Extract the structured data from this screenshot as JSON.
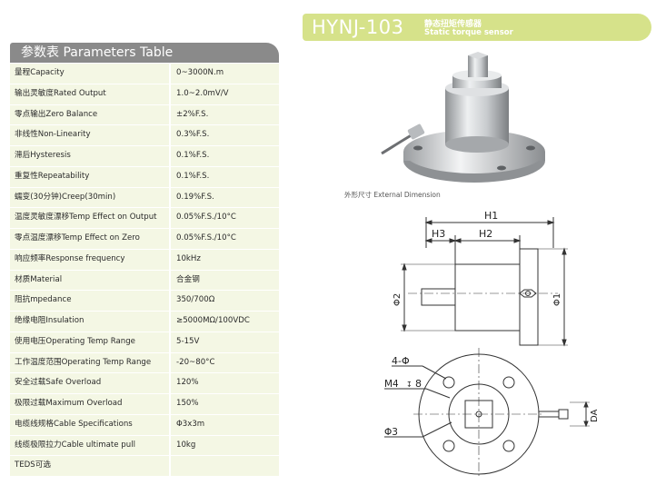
{
  "header": {
    "model": "HYNJ-103",
    "name_cn": "静态扭矩传感器",
    "name_en": "Static torque sensor"
  },
  "table": {
    "title": "参数表  Parameters Table",
    "rows": [
      {
        "label": "量程Capacity",
        "value": "0~3000N.m"
      },
      {
        "label": "输出灵敏度Rated Output",
        "value": "1.0~2.0mV/V"
      },
      {
        "label": "零点输出Zero Balance",
        "value": "±2%F.S."
      },
      {
        "label": "非线性Non-Linearity",
        "value": "0.3%F.S."
      },
      {
        "label": "滞后Hysteresis",
        "value": "0.1%F.S."
      },
      {
        "label": "重复性Repeatability",
        "value": "0.1%F.S."
      },
      {
        "label": "蠕变(30分钟)Creep(30min)",
        "value": "0.19%F.S."
      },
      {
        "label": "温度灵敏度漂移Temp Effect on Output",
        "value": "0.05%F.S./10°C"
      },
      {
        "label": "零点温度漂移Temp Effect on Zero",
        "value": "0.05%F.S./10°C"
      },
      {
        "label": "响应频率Response frequency",
        "value": "10kHz"
      },
      {
        "label": "材质Material",
        "value": "合金钢"
      },
      {
        "label": "阻抗mpedance",
        "value": "350/700Ω"
      },
      {
        "label": "绝缘电阻Insulation",
        "value": "≥5000MΩ/100VDC"
      },
      {
        "label": "使用电压Operating Temp Range",
        "value": "5-15V"
      },
      {
        "label": "工作温度范围Operating Temp Range",
        "value": "-20~80°C"
      },
      {
        "label": "安全过载Safe Overload",
        "value": "120%"
      },
      {
        "label": "极限过载Maximum Overload",
        "value": "150%"
      },
      {
        "label": "电缆线规格Cable Specifications",
        "value": "Φ3x3m"
      },
      {
        "label": "线缆极限拉力Cable ultimate pull",
        "value": "10kg"
      },
      {
        "label": "TEDS可选",
        "value": ""
      }
    ]
  },
  "drawing": {
    "caption": "外形尺寸 External Dimension",
    "dims": {
      "h1": "H1",
      "h2": "H2",
      "h3": "H3",
      "phi1": "Φ1",
      "phi2": "Φ2",
      "phi3": "Φ3",
      "holes": "4-Φ",
      "thread": "M4",
      "depth": "8",
      "da": "DA"
    }
  },
  "colors": {
    "banner": "#d6e28a",
    "table_header": "#8a8a8a",
    "table_body": "#f4f7e4"
  }
}
